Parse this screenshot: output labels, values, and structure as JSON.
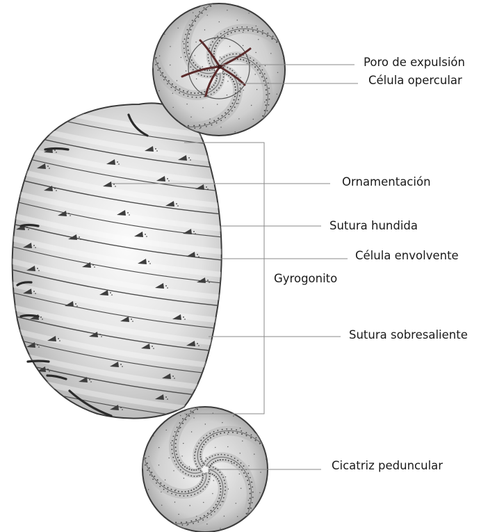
{
  "labels": {
    "poro_expulsion": "Poro de expulsión",
    "celula_opercular": "Célula opercular",
    "ornamentacion": "Ornamentación",
    "sutura_hundida": "Sutura hundida",
    "celula_envolvente": "Célula envolvente",
    "gyrogonito": "Gyrogonito",
    "sutura_sobresaliente": "Sutura sobresaliente",
    "cicatriz_peduncular": "Cicatriz peduncular"
  },
  "colors": {
    "outline": "#3a3a3a",
    "shading_dark": "#9a9a9a",
    "shading_light": "#f2f2f2",
    "spiral_cell": "#5a2a2a",
    "leader_line": "#8a8a8a",
    "text": "#1a1a1a"
  },
  "icons": {
    "apical_view": "apical-rosette",
    "lateral_view": "gyrogonite-body",
    "basal_view": "basal-rosette"
  }
}
